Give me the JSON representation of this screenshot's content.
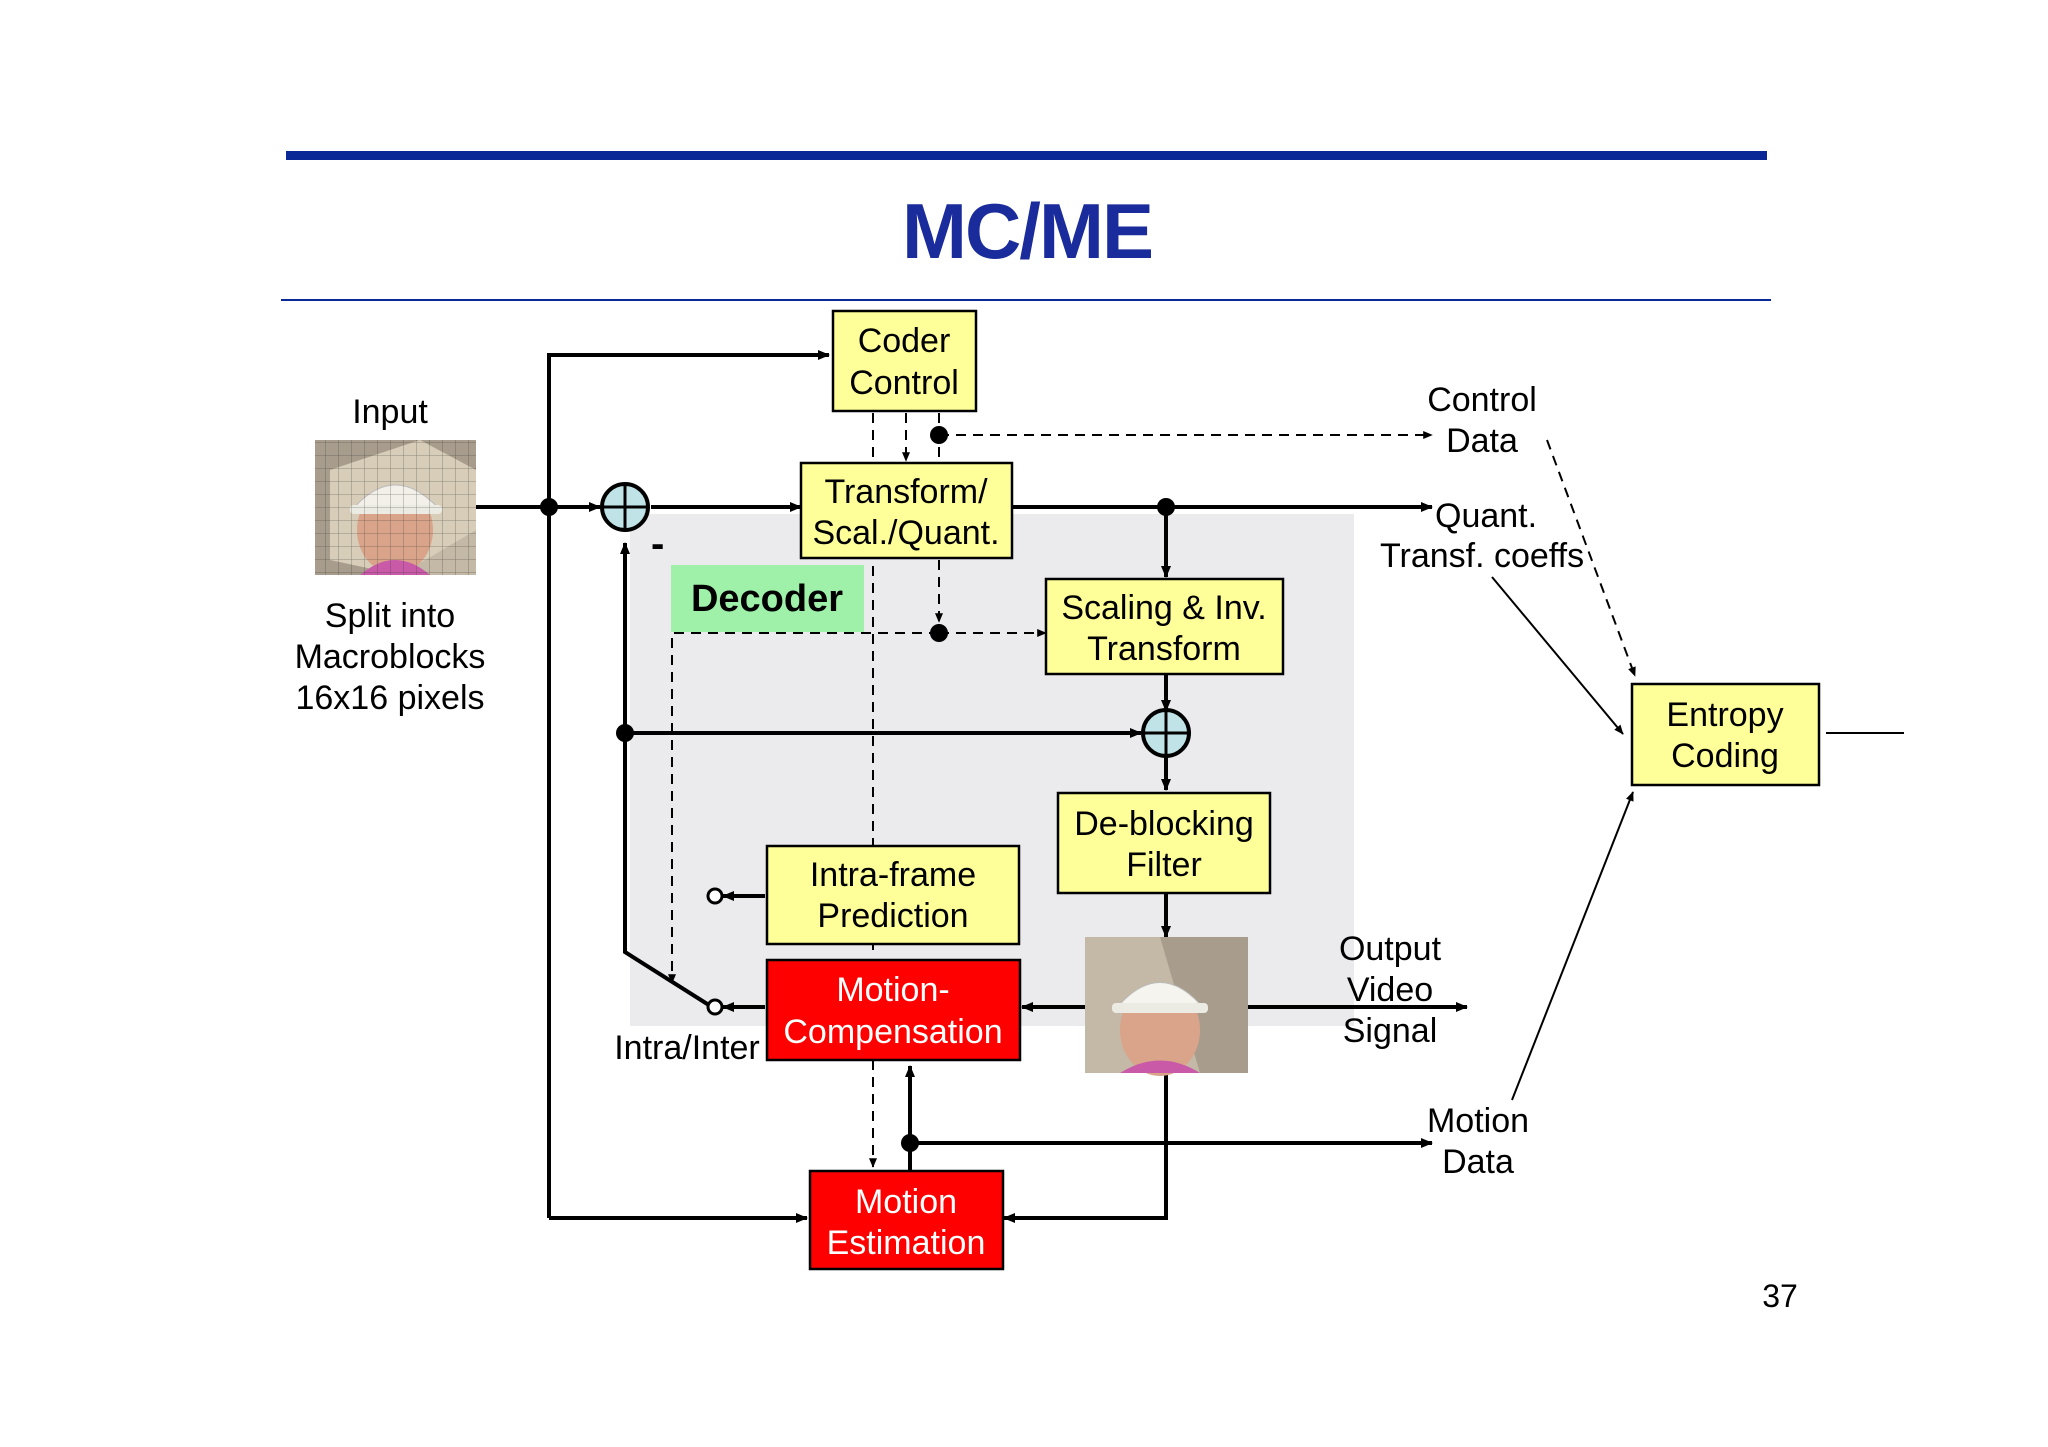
{
  "slide": {
    "title": "MC/ME",
    "page_number": "37"
  },
  "colors": {
    "accent_blue": "#0a2896",
    "title_text": "#1a2b9c",
    "block_yellow": "#ffff99",
    "block_red": "#ff0000",
    "decoder_green": "#9ff0a9",
    "decoder_region": "#ebebee",
    "adder_fill": "#bfe3e6"
  },
  "blocks": {
    "coder_control": {
      "line1": "Coder",
      "line2": "Control"
    },
    "transform_quant": {
      "line1": "Transform/",
      "line2": "Scal./Quant."
    },
    "scaling_inv": {
      "line1": "Scaling & Inv.",
      "line2": "Transform"
    },
    "deblocking": {
      "line1": "De-blocking",
      "line2": "Filter"
    },
    "intra_pred": {
      "line1": "Intra-frame",
      "line2": "Prediction"
    },
    "motion_comp": {
      "line1": "Motion-",
      "line2": "Compensation"
    },
    "motion_est": {
      "line1": "Motion",
      "line2": "Estimation"
    },
    "entropy": {
      "line1": "Entropy",
      "line2": "Coding"
    }
  },
  "labels": {
    "decoder": "Decoder",
    "input": "Input",
    "split_1": "Split into",
    "split_2": "Macroblocks",
    "split_3": "16x16 pixels",
    "control_data_1": "Control",
    "control_data_2": "Data",
    "quant_coeffs_1": "Quant.",
    "quant_coeffs_2": "Transf. coeffs",
    "output_1": "Output",
    "output_2": "Video",
    "output_3": "Signal",
    "motion_data_1": "Motion",
    "motion_data_2": "Data",
    "intra_inter": "Intra/Inter",
    "minus_sign": "-"
  },
  "icons": {
    "input_frame": "person-with-hardhat-image",
    "output_frame": "person-with-hardhat-image",
    "adder_top": "adder-circle-plus-icon",
    "adder_mid": "adder-circle-plus-icon",
    "switch": "switch-icon"
  }
}
